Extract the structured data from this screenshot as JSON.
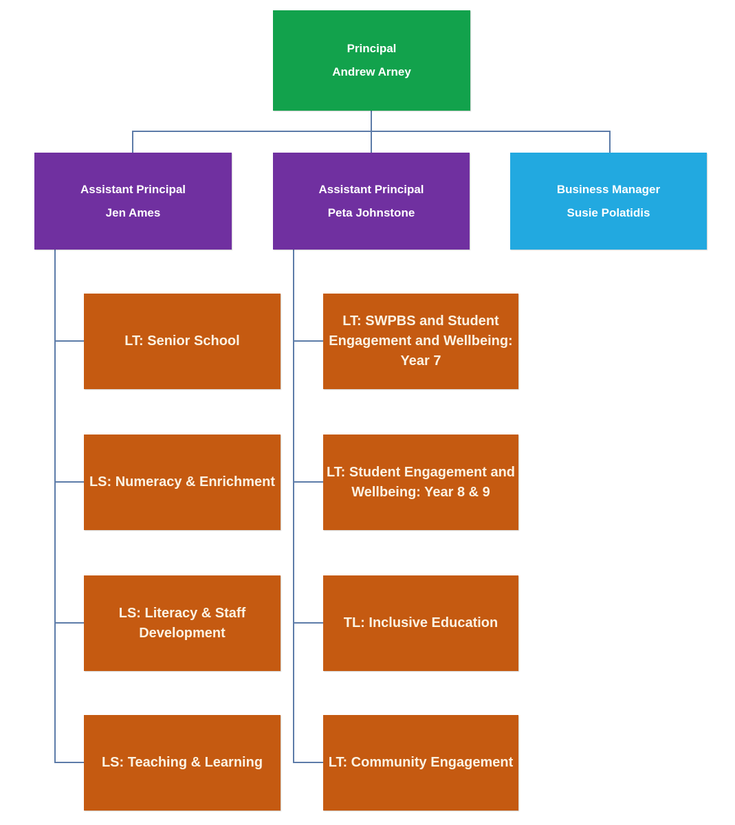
{
  "colors": {
    "principal": "#12A24C",
    "assistant": "#7030A0",
    "manager": "#22A9E0",
    "leader": "#C55A11",
    "connector": "#5C7BA8",
    "header_text": "#FFFFFF",
    "leader_text": "#FBF2E2",
    "background": "#FFFFFF"
  },
  "nodes": {
    "principal": {
      "role": "Principal",
      "name": "Andrew Arney"
    },
    "assistant_principal_1": {
      "role": "Assistant Principal",
      "name": "Jen Ames"
    },
    "assistant_principal_2": {
      "role": "Assistant Principal",
      "name": "Peta Johnstone"
    },
    "business_manager": {
      "role": "Business Manager",
      "name": "Susie Polatidis"
    }
  },
  "teams": {
    "jen_ames": [
      "LT: Senior School",
      "LS: Numeracy & Enrichment",
      "LS: Literacy & Staff Development",
      "LS: Teaching & Learning"
    ],
    "peta_johnstone": [
      "LT: SWPBS and Student Engagement and Wellbeing: Year 7",
      "LT: Student Engagement and Wellbeing: Year 8 & 9",
      "TL: Inclusive Education",
      "LT: Community Engagement"
    ]
  }
}
